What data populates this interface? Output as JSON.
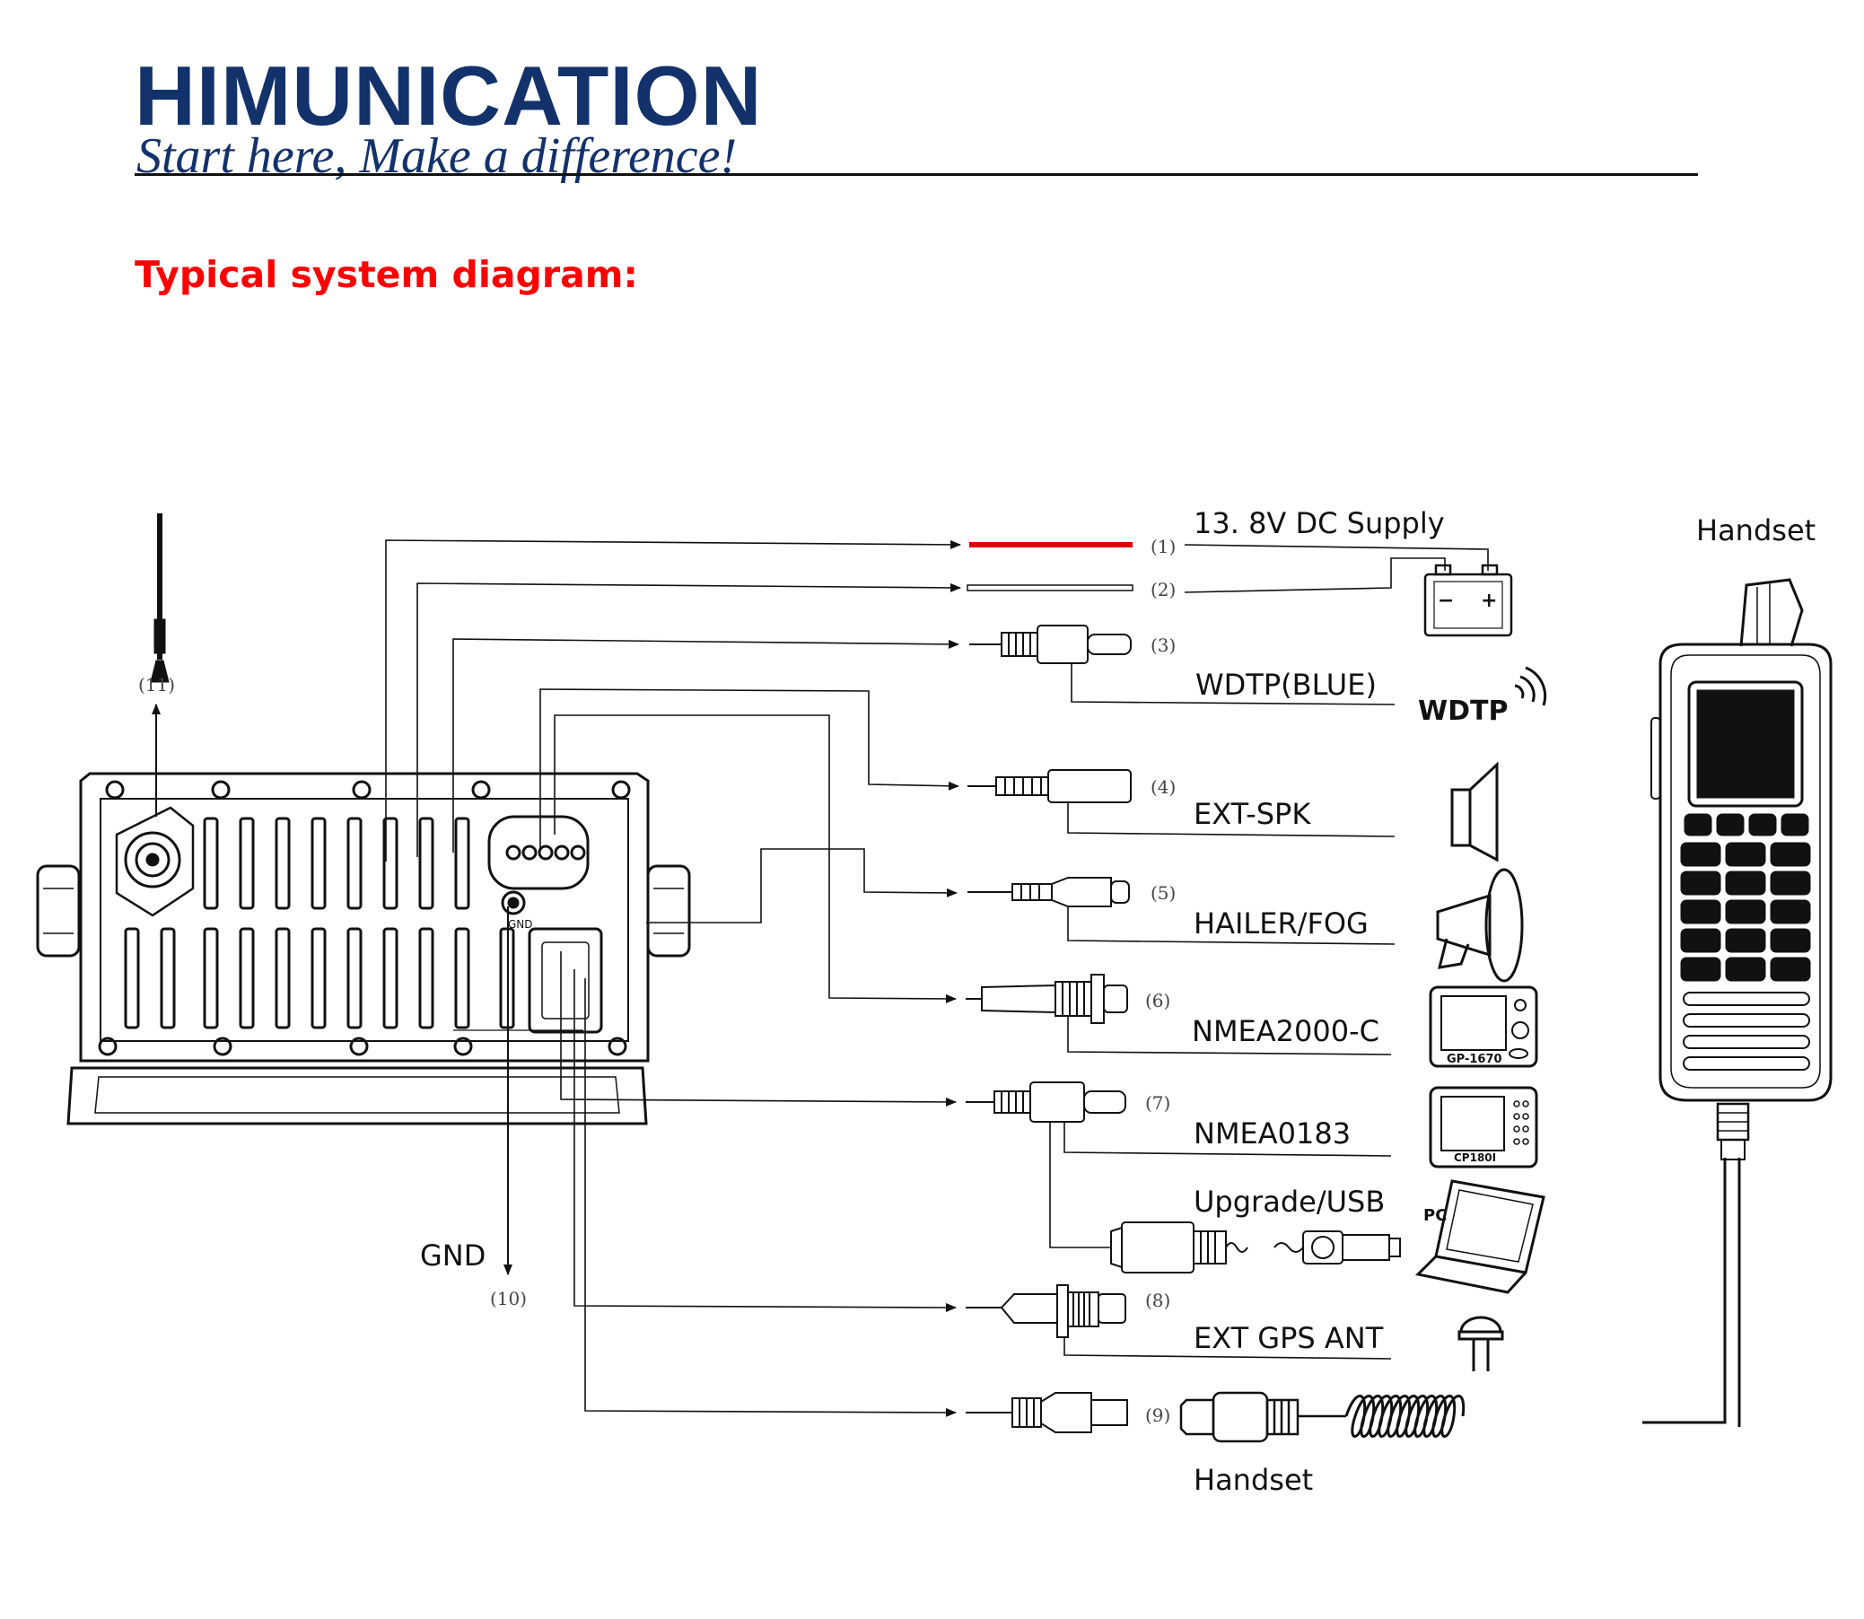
{
  "brand": {
    "name": "HIMUNICATION",
    "tagline": "Start here, Make a difference!"
  },
  "heading": "Typical system diagram:",
  "colors": {
    "brand": "#13326b",
    "heading": "#ff0000",
    "power_positive": "#e00000",
    "line": "#111111"
  },
  "connections": [
    {
      "num": "(1)",
      "label": "13. 8V  DC  Supply",
      "device": "battery-icon"
    },
    {
      "num": "(2)",
      "label": "",
      "device": "battery-icon"
    },
    {
      "num": "(3)",
      "label": "WDTP(BLUE)",
      "device": "wdtp-icon"
    },
    {
      "num": "(4)",
      "label": "EXT-SPK",
      "device": "speaker-icon"
    },
    {
      "num": "(5)",
      "label": "HAILER/FOG",
      "device": "horn-icon"
    },
    {
      "num": "(6)",
      "label": "NMEA2000-C",
      "device": "gps-plotter-icon"
    },
    {
      "num": "(7)",
      "label": "NMEA0183",
      "device": "chartplotter-icon"
    },
    {
      "num": "",
      "label": "Upgrade/USB",
      "device": "laptop-icon"
    },
    {
      "num": "(8)",
      "label": "EXT GPS ANT",
      "device": "gps-antenna-icon"
    },
    {
      "num": "(9)",
      "label": "Handset",
      "device": "handset-icon"
    }
  ],
  "antenna_num": "(11)",
  "gnd": {
    "label": "GND",
    "num": "(10)"
  },
  "handset_title": "Handset",
  "chassis_gnd": "GND",
  "devices": {
    "battery_minus": "−",
    "battery_plus": "+",
    "wdtp": "WDTP",
    "gp_model": "GP-1670",
    "cp_model": "CP180I",
    "pc": "PC"
  }
}
